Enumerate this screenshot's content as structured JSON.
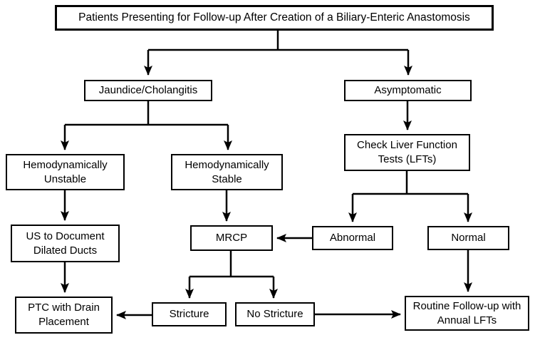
{
  "diagram": {
    "type": "flowchart",
    "colors": {
      "background": "#ffffff",
      "line": "#000000",
      "text": "#000000",
      "box_fill": "#ffffff"
    },
    "nodes": {
      "title": {
        "label": "Patients Presenting for Follow-up After Creation of a Biliary-Enteric Anastomosis"
      },
      "jaundice": {
        "label": "Jaundice/Cholangitis"
      },
      "asymptomatic": {
        "label": "Asymptomatic"
      },
      "unstable": {
        "label": "Hemodynamically Unstable"
      },
      "stable": {
        "label": "Hemodynamically Stable"
      },
      "lft": {
        "label": "Check Liver Function Tests (LFTs)"
      },
      "us": {
        "label": "US to Document Dilated Ducts"
      },
      "mrcp": {
        "label": "MRCP"
      },
      "abnormal": {
        "label": "Abnormal"
      },
      "normal": {
        "label": "Normal"
      },
      "ptc": {
        "label": "PTC with Drain Placement"
      },
      "stricture": {
        "label": "Stricture"
      },
      "no_stricture": {
        "label": "No Stricture"
      },
      "routine": {
        "label": "Routine Follow-up with Annual LFTs"
      }
    },
    "edges": [
      {
        "from": "title",
        "to": "jaundice"
      },
      {
        "from": "title",
        "to": "asymptomatic"
      },
      {
        "from": "jaundice",
        "to": "unstable"
      },
      {
        "from": "jaundice",
        "to": "stable"
      },
      {
        "from": "asymptomatic",
        "to": "lft"
      },
      {
        "from": "lft",
        "to": "abnormal"
      },
      {
        "from": "lft",
        "to": "normal"
      },
      {
        "from": "unstable",
        "to": "us"
      },
      {
        "from": "stable",
        "to": "mrcp"
      },
      {
        "from": "abnormal",
        "to": "mrcp"
      },
      {
        "from": "us",
        "to": "ptc"
      },
      {
        "from": "mrcp",
        "to": "stricture"
      },
      {
        "from": "mrcp",
        "to": "no_stricture"
      },
      {
        "from": "stricture",
        "to": "ptc"
      },
      {
        "from": "no_stricture",
        "to": "routine"
      },
      {
        "from": "normal",
        "to": "routine"
      }
    ]
  }
}
